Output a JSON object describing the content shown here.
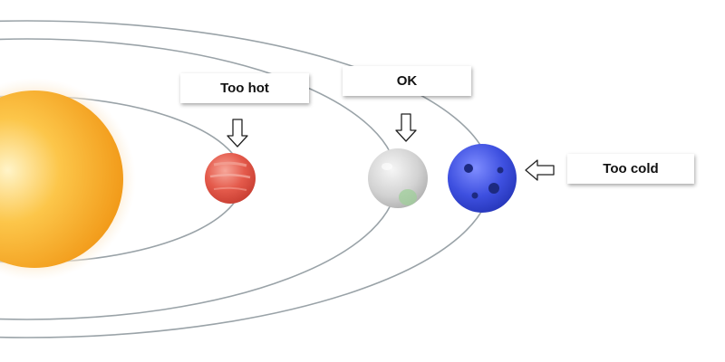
{
  "labels": {
    "too_hot": "Too hot",
    "ok": "OK",
    "too_cold": "Too cold"
  },
  "colors": {
    "orbit_line": "#9aa3a8",
    "sun": "#f6a623",
    "hot_planet": "#e0574a",
    "ok_planet": "#cfcfcf",
    "cold_planet": "#3b4fd6"
  },
  "icons": [
    "down-arrow-icon",
    "down-arrow-icon",
    "left-arrow-icon"
  ]
}
